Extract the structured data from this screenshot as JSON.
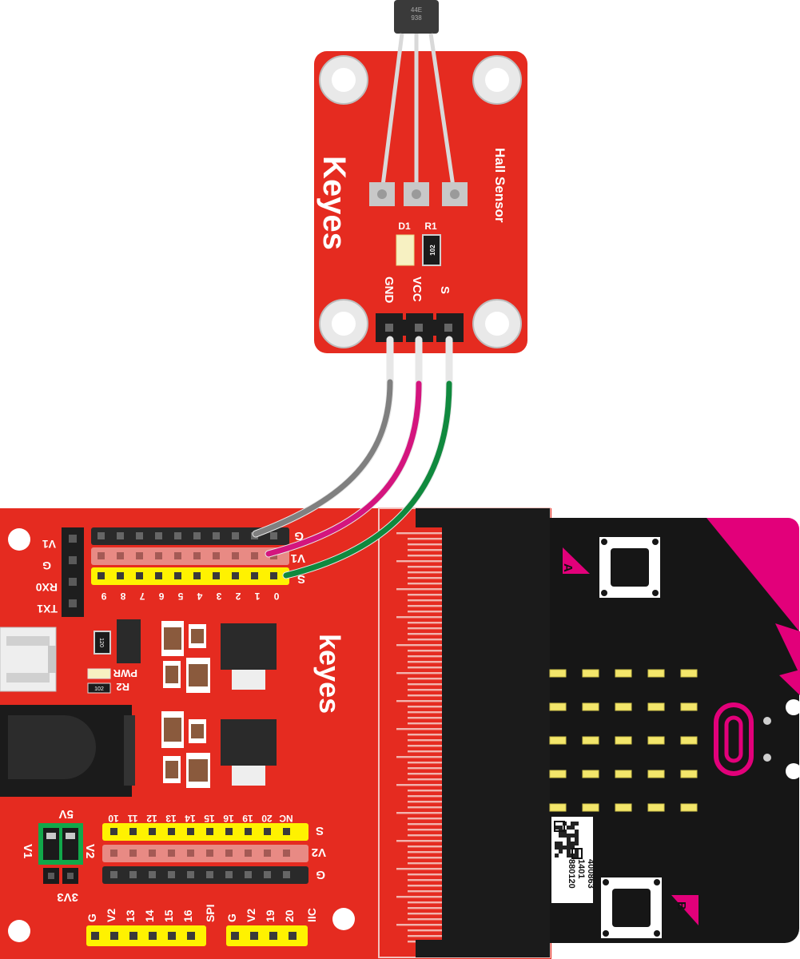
{
  "sensor": {
    "chip_line1": "44E",
    "chip_line2": "938",
    "brand": "Keyes",
    "name": "Hall Sensor",
    "d1": "D1",
    "r1": "R1",
    "resistor_code": "102",
    "pin_gnd": "GND",
    "pin_vcc": "VCC",
    "pin_s": "S"
  },
  "shield": {
    "brand": "keyes",
    "uart_labels": [
      "V1",
      "G",
      "RX0",
      "TX1"
    ],
    "row_labels_top": [
      "G",
      "V1",
      "S"
    ],
    "pin_numbers_top": [
      "9",
      "8",
      "7",
      "6",
      "5",
      "4",
      "3",
      "2",
      "1",
      "0"
    ],
    "resistor_120": "120",
    "resistor_102": "102",
    "pwr": "PWR",
    "r2": "R2",
    "pin_numbers_bottom": [
      "10",
      "11",
      "12",
      "13",
      "14",
      "15",
      "16",
      "19",
      "20",
      "NC"
    ],
    "row_labels_bottom": [
      "S",
      "V2",
      "G"
    ],
    "jumper_5v": "5V",
    "jumper_v1": "V1",
    "jumper_v2": "V2",
    "jumper_3v3": "3V3",
    "header_spi": [
      "G",
      "V2",
      "13",
      "14",
      "15",
      "16",
      "SPI"
    ],
    "header_iic": [
      "G",
      "V2",
      "19",
      "20",
      "IIC"
    ]
  },
  "microbit": {
    "button_a": "A",
    "button_b": "B",
    "qr_text": [
      "400863",
      "1401",
      "880120"
    ]
  },
  "wires": [
    {
      "from": "GND",
      "to": "G",
      "color": "#808080"
    },
    {
      "from": "VCC",
      "to": "V1",
      "color": "#d4157e"
    },
    {
      "from": "S",
      "to": "0",
      "color": "#10893e"
    }
  ],
  "colors": {
    "board_red": "#e52b20",
    "header_yellow": "#fff200",
    "microbit_black": "#161616",
    "microbit_magenta": "#e2007a"
  }
}
